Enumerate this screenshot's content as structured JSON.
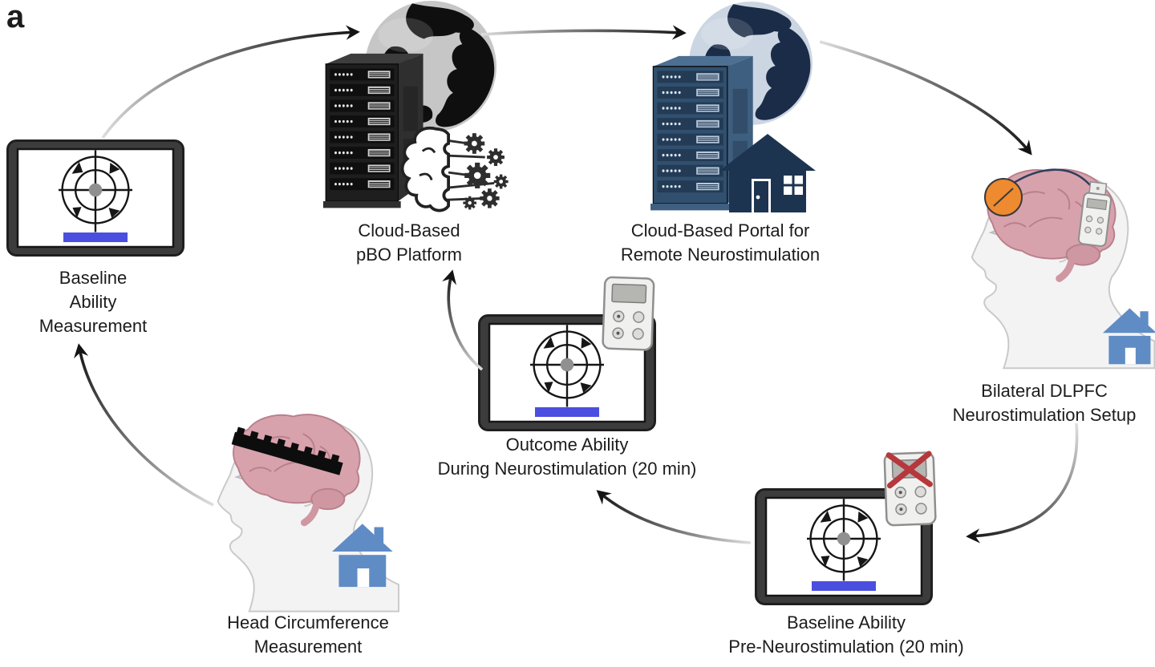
{
  "figure": {
    "panel_label": "a"
  },
  "nodes": {
    "baseline_measurement": {
      "lines": [
        "Baseline",
        "Ability",
        "Measurement"
      ]
    },
    "pbo_platform": {
      "lines": [
        "Cloud-Based",
        "pBO Platform"
      ]
    },
    "cloud_portal": {
      "lines": [
        "Cloud-Based Portal for",
        "Remote Neurostimulation"
      ]
    },
    "dlpfc_setup": {
      "lines": [
        "Bilateral DLPFC",
        "Neurostimulation Setup"
      ]
    },
    "outcome_ability": {
      "lines": [
        "Outcome Ability",
        "During Neurostimulation (20 min)"
      ]
    },
    "baseline_pre": {
      "lines": [
        "Baseline Ability",
        "Pre-Neurostimulation (20 min)"
      ]
    },
    "head_circumference": {
      "lines": [
        "Head Circumference",
        "Measurement"
      ]
    }
  },
  "icons": {
    "baseline_measurement": [
      "tablet-icon",
      "target-task-icon",
      "progress-bar"
    ],
    "pbo_platform": [
      "globe-icon",
      "server-rack-icon",
      "brain-gears-icon"
    ],
    "cloud_portal": [
      "globe-icon",
      "server-rack-icon",
      "house-icon"
    ],
    "dlpfc_setup": [
      "head-profile-icon",
      "brain-icon",
      "electrode-icon",
      "stimulator-device-icon",
      "house-icon"
    ],
    "outcome_ability": [
      "tablet-icon",
      "target-task-icon",
      "stimulator-remote-icon"
    ],
    "baseline_pre": [
      "tablet-icon",
      "target-task-icon",
      "stimulator-remote-off-icon",
      "red-x-icon"
    ],
    "head_circumference": [
      "head-profile-icon",
      "measuring-tape-icon",
      "house-icon"
    ]
  },
  "flow": [
    "baseline_measurement -> pbo_platform",
    "pbo_platform -> cloud_portal",
    "cloud_portal -> dlpfc_setup",
    "dlpfc_setup -> baseline_pre",
    "baseline_pre -> outcome_ability",
    "outcome_ability -> pbo_platform",
    "head_circumference -> baseline_measurement"
  ],
  "colors": {
    "background": "#ffffff",
    "text": "#1c1c1c",
    "arrow_dark": "#141414",
    "arrow_light": "#dedede",
    "tablet_frame": "#3c3c3c",
    "progress_bar": "#4b4fdf",
    "server_black_front": "#1e1e1e",
    "server_black_side": "#2f2f2f",
    "server_black_top": "#3d3d3d",
    "server_black_unit": "#0f0f0f",
    "server_black_dot": "#e8e8e8",
    "server_black_vent": "#cfcfcf",
    "server_blue_front": "#31506f",
    "server_blue_side": "#3e5f80",
    "server_blue_top": "#4d6f92",
    "server_blue_unit": "#233b54",
    "server_blue_dot": "#d7e4f2",
    "server_blue_vent": "#b7c9dd",
    "globe_gray_sea": "#c6c6c6",
    "globe_gray_land": "#0f0f0f",
    "globe_blue_sea": "#ccd6e3",
    "globe_blue_land": "#1a2c47",
    "navy": "#1d3450",
    "house_blue": "#5f8cc4",
    "brain_pink": "#d8a2ac",
    "brain_dark": "#cf97a2",
    "brain_stroke": "#b9808c",
    "electrode_orange": "#ee8a2f",
    "cross_red": "#b6373c",
    "skin": "#f3f3f3",
    "skin_stroke": "#c9c9c9",
    "device_body": "#f0f0ee",
    "device_screen": "#b5b5b2"
  }
}
